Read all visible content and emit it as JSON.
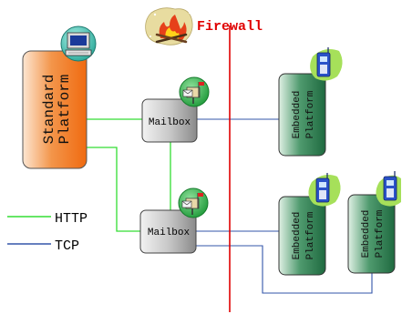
{
  "firewall": {
    "label": "Firewall",
    "color": "#e00000"
  },
  "standard_platform": {
    "line1": "Standard",
    "line2": "Platform"
  },
  "mailboxes": [
    {
      "label": "Mailbox"
    },
    {
      "label": "Mailbox"
    }
  ],
  "embedded_platforms": [
    {
      "line1": "Embedded",
      "line2": "Platform"
    },
    {
      "line1": "Embedded",
      "line2": "Platform"
    },
    {
      "line1": "Embedded",
      "line2": "Platform"
    }
  ],
  "legend": [
    {
      "label": "HTTP",
      "color": "#33dd33"
    },
    {
      "label": "TCP",
      "color": "#3355aa"
    }
  ],
  "colors": {
    "http": "#33dd33",
    "tcp": "#3355aa",
    "standard_fill": "#f07a28",
    "embedded_fill": "#2f7a52",
    "mailbox_fill": "#c4c4c4"
  },
  "icons": [
    "campfire-icon",
    "computer-icon",
    "mailbox-icon",
    "mobile-phone-icon"
  ]
}
